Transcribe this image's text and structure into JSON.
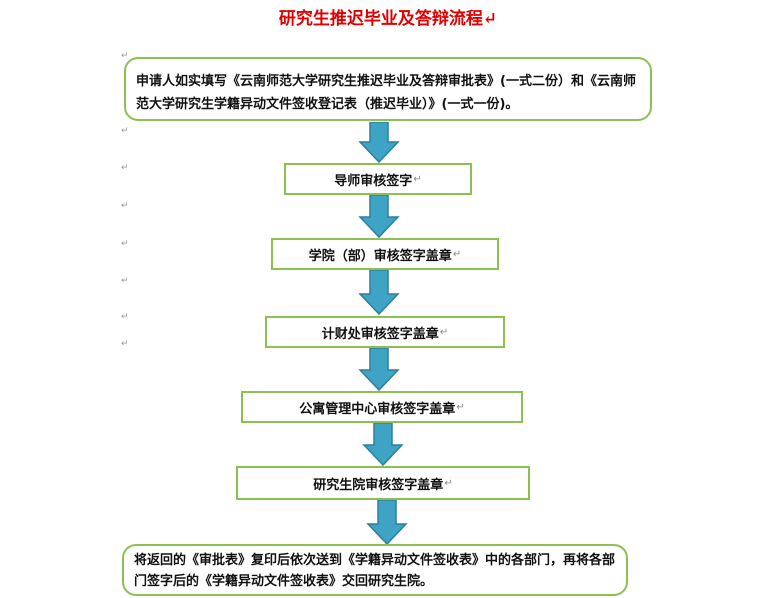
{
  "title": "研究生推迟毕业及答辩流程",
  "colors": {
    "title": "#e00000",
    "box_border": "#8cc152",
    "arrow_fill": "#3fa3c6",
    "arrow_stroke": "#2e7f9c"
  },
  "steps": [
    {
      "id": "apply",
      "text": "申请人如实填写《云南师范大学研究生推迟毕业及答辩审批表》(一式二份）和《云南师范大学研究生学籍异动文件签收登记表（推迟毕业）》(一式一份)。"
    },
    {
      "id": "supervisor",
      "text": "导师审核签字"
    },
    {
      "id": "college",
      "text": "学院（部）审核签字盖章"
    },
    {
      "id": "finance",
      "text": "计财处审核签字盖章"
    },
    {
      "id": "dorm",
      "text": "公寓管理中心审核签字盖章"
    },
    {
      "id": "graduate",
      "text": "研究生院审核签字盖章"
    },
    {
      "id": "return",
      "text": "将返回的《审批表》复印后依次送到《学籍异动文件签收表》中的各部门，再将各部门签字后的《学籍异动文件签收表》交回研究生院。"
    }
  ]
}
